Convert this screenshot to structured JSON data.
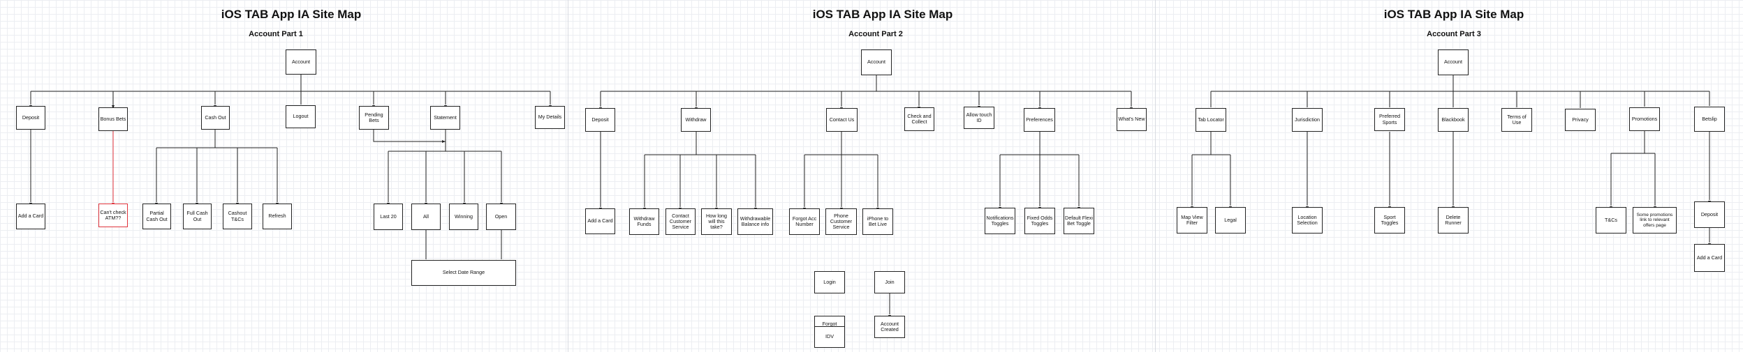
{
  "pages": [
    {
      "title": "iOS TAB App IA Site Map",
      "subtitle": "Account Part 1",
      "nodes": {
        "account": "Account",
        "deposit": "Deposit",
        "bonus_bets": "Bonus Bets",
        "cash_out": "Cash Out",
        "logout": "Logout",
        "pending_bets": "Pending Bets",
        "statement": "Statement",
        "my_details": "My Details",
        "add_a_card": "Add a Card",
        "cant_check_atm": "Can't check ATM??",
        "partial_cash_out": "Partial Cash Out",
        "full_cash_out": "Full Cash Out",
        "cashout_tcs": "Cashout T&Cs",
        "refresh": "Refresh",
        "last_20": "Last 20",
        "all": "All",
        "winning": "Winning",
        "open": "Open",
        "select_date_range": "Select Date Range"
      }
    },
    {
      "title": "iOS TAB App IA Site Map",
      "subtitle": "Account Part 2",
      "nodes": {
        "account": "Account",
        "deposit": "Deposit",
        "withdraw": "Withdraw",
        "contact_us": "Contact Us",
        "check_and_collect": "Check and Collect",
        "allow_touch_id": "Allow touch ID",
        "preferences": "Preferences",
        "whats_new": "What's New",
        "add_a_card": "Add a Card",
        "withdraw_funds": "Withdraw Funds",
        "contact_customer_service": "Contact Customer Service",
        "how_long": "How long will this take?",
        "withdrawable_balance": "Withdrawable Balance info",
        "forgot_acc_number": "Forgot Acc Number",
        "phone_customer_service": "Phone Customer Service",
        "iphone_to_bet_live": "iPhone to Bet Live",
        "notifications_toggles": "Notifications Toggles",
        "fixed_odds_toggles": "Fixed Odds Toggles",
        "default_flexi_bet_toggle": "Default Flexi Bet Toggle",
        "login": "Login",
        "join": "Join",
        "forgot_password": "Forgot Password",
        "account_created": "Account Created",
        "idv": "IDV"
      }
    },
    {
      "title": "iOS TAB App IA Site Map",
      "subtitle": "Account Part 3",
      "nodes": {
        "account": "Account",
        "tab_locator": "Tab Locator",
        "jurisdiction": "Jurisdiction",
        "preferred_sports": "Preferred Sports",
        "blackbook": "Blackbook",
        "terms_of_use": "Terms of Use",
        "privacy": "Privacy",
        "promotions": "Promotions",
        "betslip": "Betslip",
        "map_view_filter": "Map View Filter",
        "legal": "Legal",
        "location_selection": "Location Selection",
        "sport_toggles": "Sport Toggles",
        "delete_runner": "Delete Runner",
        "tcs": "T&Cs",
        "some_promotions": "Some promotions link to relevant offers page",
        "deposit": "Deposit",
        "add_a_card": "Add a Card"
      }
    }
  ]
}
